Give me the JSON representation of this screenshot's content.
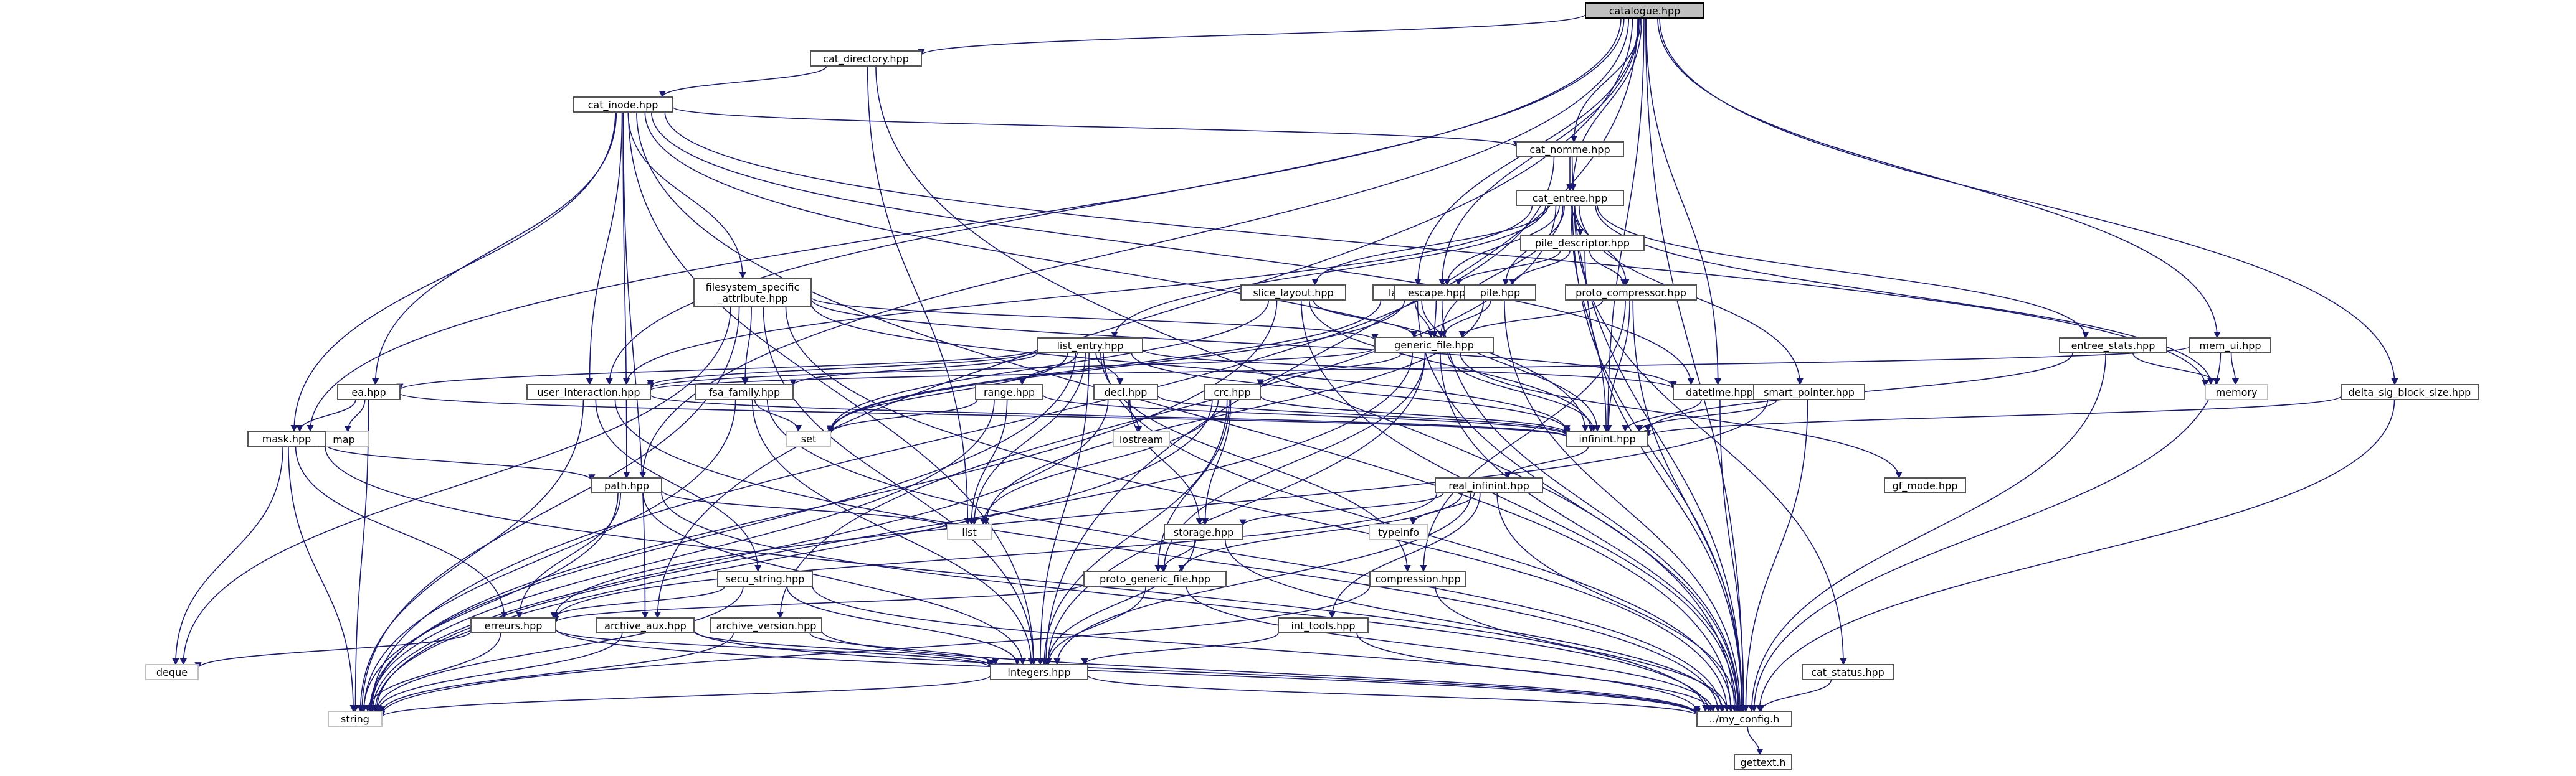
{
  "diagram": {
    "root": "catalogue.hpp",
    "colors": {
      "edge": "#191970",
      "node_border": "#555555",
      "std_border": "#c0c0c0",
      "root_fill": "#bfbfbf"
    },
    "nodes": [
      {
        "id": "catalogue",
        "label": "catalogue.hpp",
        "kind": "root"
      },
      {
        "id": "cat_directory",
        "label": "cat_directory.hpp"
      },
      {
        "id": "cat_inode",
        "label": "cat_inode.hpp"
      },
      {
        "id": "cat_nomme",
        "label": "cat_nomme.hpp"
      },
      {
        "id": "cat_entree",
        "label": "cat_entree.hpp"
      },
      {
        "id": "pile_descriptor",
        "label": "pile_descriptor.hpp"
      },
      {
        "id": "fsa_spec",
        "label": "filesystem_specific\n_attribute.hpp"
      },
      {
        "id": "slice_layout",
        "label": "slice_layout.hpp"
      },
      {
        "id": "label",
        "label": "label.hpp"
      },
      {
        "id": "escape",
        "label": "escape.hpp"
      },
      {
        "id": "pile",
        "label": "pile.hpp"
      },
      {
        "id": "proto_compressor",
        "label": "proto_compressor.hpp"
      },
      {
        "id": "entree_stats",
        "label": "entree_stats.hpp"
      },
      {
        "id": "mem_ui",
        "label": "mem_ui.hpp"
      },
      {
        "id": "memory",
        "label": "memory",
        "kind": "std"
      },
      {
        "id": "generic_file",
        "label": "generic_file.hpp"
      },
      {
        "id": "list_entry",
        "label": "list_entry.hpp"
      },
      {
        "id": "ea",
        "label": "ea.hpp"
      },
      {
        "id": "map",
        "label": "map",
        "kind": "std"
      },
      {
        "id": "user_interaction",
        "label": "user_interaction.hpp"
      },
      {
        "id": "fsa_family",
        "label": "fsa_family.hpp"
      },
      {
        "id": "range",
        "label": "range.hpp"
      },
      {
        "id": "deci",
        "label": "deci.hpp"
      },
      {
        "id": "iostream",
        "label": "iostream",
        "kind": "std"
      },
      {
        "id": "crc",
        "label": "crc.hpp"
      },
      {
        "id": "datetime",
        "label": "datetime.hpp"
      },
      {
        "id": "smart_pointer",
        "label": "smart_pointer.hpp"
      },
      {
        "id": "delta_sig",
        "label": "delta_sig_block_size.hpp"
      },
      {
        "id": "set",
        "label": "set",
        "kind": "std"
      },
      {
        "id": "mask",
        "label": "mask.hpp"
      },
      {
        "id": "infinint",
        "label": "infinint.hpp"
      },
      {
        "id": "path",
        "label": "path.hpp"
      },
      {
        "id": "list",
        "label": "list",
        "kind": "std"
      },
      {
        "id": "real_infinint",
        "label": "real_infinint.hpp"
      },
      {
        "id": "typeinfo",
        "label": "typeinfo",
        "kind": "std"
      },
      {
        "id": "gf_mode",
        "label": "gf_mode.hpp"
      },
      {
        "id": "storage",
        "label": "storage.hpp"
      },
      {
        "id": "secu_string",
        "label": "secu_string.hpp"
      },
      {
        "id": "proto_generic_file",
        "label": "proto_generic_file.hpp"
      },
      {
        "id": "compression",
        "label": "compression.hpp"
      },
      {
        "id": "erreurs",
        "label": "erreurs.hpp"
      },
      {
        "id": "archive_aux",
        "label": "archive_aux.hpp"
      },
      {
        "id": "archive_version",
        "label": "archive_version.hpp"
      },
      {
        "id": "int_tools",
        "label": "int_tools.hpp"
      },
      {
        "id": "deque",
        "label": "deque",
        "kind": "std"
      },
      {
        "id": "integers",
        "label": "integers.hpp"
      },
      {
        "id": "cat_status",
        "label": "cat_status.hpp"
      },
      {
        "id": "string",
        "label": "string",
        "kind": "std"
      },
      {
        "id": "my_config",
        "label": "../my_config.h"
      },
      {
        "id": "gettext",
        "label": "gettext.h"
      }
    ],
    "edges": [
      [
        "catalogue",
        "cat_directory"
      ],
      [
        "catalogue",
        "cat_nomme"
      ],
      [
        "catalogue",
        "cat_entree"
      ],
      [
        "catalogue",
        "escape"
      ],
      [
        "catalogue",
        "label"
      ],
      [
        "catalogue",
        "mem_ui"
      ],
      [
        "catalogue",
        "delta_sig"
      ],
      [
        "catalogue",
        "my_config"
      ],
      [
        "catalogue",
        "mask"
      ],
      [
        "catalogue",
        "user_interaction"
      ],
      [
        "catalogue",
        "path"
      ],
      [
        "catalogue",
        "archive_aux"
      ],
      [
        "catalogue",
        "datetime"
      ],
      [
        "catalogue",
        "infinint"
      ],
      [
        "catalogue",
        "integers"
      ],
      [
        "cat_directory",
        "cat_inode"
      ],
      [
        "cat_directory",
        "my_config"
      ],
      [
        "cat_directory",
        "list"
      ],
      [
        "cat_inode",
        "cat_nomme"
      ],
      [
        "cat_inode",
        "fsa_spec"
      ],
      [
        "cat_inode",
        "ea"
      ],
      [
        "cat_inode",
        "mask"
      ],
      [
        "cat_inode",
        "user_interaction"
      ],
      [
        "cat_inode",
        "my_config"
      ],
      [
        "cat_inode",
        "infinint"
      ],
      [
        "cat_inode",
        "datetime"
      ],
      [
        "cat_inode",
        "integers"
      ],
      [
        "cat_inode",
        "archive_aux"
      ],
      [
        "cat_inode",
        "path"
      ],
      [
        "cat_inode",
        "memory"
      ],
      [
        "cat_nomme",
        "cat_entree"
      ],
      [
        "cat_nomme",
        "string"
      ],
      [
        "cat_nomme",
        "my_config"
      ],
      [
        "cat_entree",
        "pile_descriptor"
      ],
      [
        "cat_entree",
        "slice_layout"
      ],
      [
        "cat_entree",
        "escape"
      ],
      [
        "cat_entree",
        "pile"
      ],
      [
        "cat_entree",
        "proto_compressor"
      ],
      [
        "cat_entree",
        "entree_stats"
      ],
      [
        "cat_entree",
        "list_entry"
      ],
      [
        "cat_entree",
        "user_interaction"
      ],
      [
        "cat_entree",
        "smart_pointer"
      ],
      [
        "cat_entree",
        "infinint"
      ],
      [
        "cat_entree",
        "my_config"
      ],
      [
        "cat_entree",
        "memory"
      ],
      [
        "cat_entree",
        "cat_status"
      ],
      [
        "cat_entree",
        "archive_version"
      ],
      [
        "cat_entree",
        "generic_file"
      ],
      [
        "pile_descriptor",
        "pile"
      ],
      [
        "pile_descriptor",
        "escape"
      ],
      [
        "pile_descriptor",
        "proto_compressor"
      ],
      [
        "pile_descriptor",
        "my_config"
      ],
      [
        "fsa_spec",
        "fsa_family"
      ],
      [
        "fsa_spec",
        "generic_file"
      ],
      [
        "fsa_spec",
        "infinint"
      ],
      [
        "fsa_spec",
        "string"
      ],
      [
        "fsa_spec",
        "deque"
      ],
      [
        "fsa_spec",
        "datetime"
      ],
      [
        "fsa_spec",
        "my_config"
      ],
      [
        "fsa_spec",
        "integers"
      ],
      [
        "slice_layout",
        "generic_file"
      ],
      [
        "slice_layout",
        "infinint"
      ],
      [
        "slice_layout",
        "set"
      ],
      [
        "slice_layout",
        "my_config"
      ],
      [
        "slice_layout",
        "string"
      ],
      [
        "label",
        "generic_file"
      ],
      [
        "label",
        "infinint"
      ],
      [
        "label",
        "set"
      ],
      [
        "label",
        "my_config"
      ],
      [
        "escape",
        "generic_file"
      ],
      [
        "escape",
        "set"
      ],
      [
        "escape",
        "my_config"
      ],
      [
        "pile",
        "generic_file"
      ],
      [
        "pile",
        "list"
      ],
      [
        "pile",
        "my_config"
      ],
      [
        "proto_compressor",
        "generic_file"
      ],
      [
        "proto_compressor",
        "infinint"
      ],
      [
        "proto_compressor",
        "compression"
      ],
      [
        "proto_compressor",
        "my_config"
      ],
      [
        "entree_stats",
        "infinint"
      ],
      [
        "entree_stats",
        "memory"
      ],
      [
        "entree_stats",
        "my_config"
      ],
      [
        "mem_ui",
        "user_interaction"
      ],
      [
        "mem_ui",
        "memory"
      ],
      [
        "mem_ui",
        "my_config"
      ],
      [
        "delta_sig",
        "infinint"
      ],
      [
        "delta_sig",
        "my_config"
      ],
      [
        "generic_file",
        "proto_generic_file"
      ],
      [
        "generic_file",
        "infinint"
      ],
      [
        "generic_file",
        "crc"
      ],
      [
        "generic_file",
        "user_interaction"
      ],
      [
        "generic_file",
        "gf_mode"
      ],
      [
        "generic_file",
        "integers"
      ],
      [
        "generic_file",
        "my_config"
      ],
      [
        "generic_file",
        "string"
      ],
      [
        "list_entry",
        "ea"
      ],
      [
        "list_entry",
        "user_interaction"
      ],
      [
        "list_entry",
        "fsa_family"
      ],
      [
        "list_entry",
        "range"
      ],
      [
        "list_entry",
        "deci"
      ],
      [
        "list_entry",
        "infinint"
      ],
      [
        "list_entry",
        "datetime"
      ],
      [
        "list_entry",
        "set"
      ],
      [
        "list_entry",
        "list"
      ],
      [
        "list_entry",
        "integers"
      ],
      [
        "list_entry",
        "my_config"
      ],
      [
        "list_entry",
        "string"
      ],
      [
        "list_entry",
        "compression"
      ],
      [
        "ea",
        "map"
      ],
      [
        "ea",
        "mask"
      ],
      [
        "ea",
        "infinint"
      ],
      [
        "ea",
        "string"
      ],
      [
        "user_interaction",
        "infinint"
      ],
      [
        "user_interaction",
        "secu_string"
      ],
      [
        "user_interaction",
        "string"
      ],
      [
        "user_interaction",
        "my_config"
      ],
      [
        "fsa_family",
        "set"
      ],
      [
        "fsa_family",
        "string"
      ],
      [
        "fsa_family",
        "integers"
      ],
      [
        "fsa_family",
        "my_config"
      ],
      [
        "range",
        "infinint"
      ],
      [
        "range",
        "set"
      ],
      [
        "range",
        "list"
      ],
      [
        "range",
        "string"
      ],
      [
        "deci",
        "storage"
      ],
      [
        "deci",
        "iostream"
      ],
      [
        "deci",
        "infinint"
      ],
      [
        "deci",
        "string"
      ],
      [
        "crc",
        "storage"
      ],
      [
        "crc",
        "proto_generic_file"
      ],
      [
        "crc",
        "infinint"
      ],
      [
        "crc",
        "list"
      ],
      [
        "crc",
        "integers"
      ],
      [
        "crc",
        "string"
      ],
      [
        "datetime",
        "infinint"
      ],
      [
        "datetime",
        "my_config"
      ],
      [
        "smart_pointer",
        "infinint"
      ],
      [
        "smart_pointer",
        "erreurs"
      ],
      [
        "smart_pointer",
        "my_config"
      ],
      [
        "mask",
        "path"
      ],
      [
        "mask",
        "erreurs"
      ],
      [
        "mask",
        "deque"
      ],
      [
        "mask",
        "string"
      ],
      [
        "mask",
        "my_config"
      ],
      [
        "infinint",
        "real_infinint"
      ],
      [
        "path",
        "list"
      ],
      [
        "path",
        "erreurs"
      ],
      [
        "path",
        "string"
      ],
      [
        "path",
        "integers"
      ],
      [
        "path",
        "my_config"
      ],
      [
        "real_infinint",
        "storage"
      ],
      [
        "real_infinint",
        "typeinfo"
      ],
      [
        "real_infinint",
        "int_tools"
      ],
      [
        "real_infinint",
        "proto_generic_file"
      ],
      [
        "real_infinint",
        "integers"
      ],
      [
        "real_infinint",
        "my_config"
      ],
      [
        "real_infinint",
        "erreurs"
      ],
      [
        "storage",
        "proto_generic_file"
      ],
      [
        "storage",
        "integers"
      ],
      [
        "storage",
        "my_config"
      ],
      [
        "secu_string",
        "erreurs"
      ],
      [
        "secu_string",
        "integers"
      ],
      [
        "secu_string",
        "string"
      ],
      [
        "secu_string",
        "my_config"
      ],
      [
        "proto_generic_file",
        "erreurs"
      ],
      [
        "proto_generic_file",
        "integers"
      ],
      [
        "proto_generic_file",
        "my_config"
      ],
      [
        "compression",
        "string"
      ],
      [
        "compression",
        "my_config"
      ],
      [
        "erreurs",
        "deque"
      ],
      [
        "erreurs",
        "string"
      ],
      [
        "erreurs",
        "integers"
      ],
      [
        "erreurs",
        "my_config"
      ],
      [
        "archive_aux",
        "string"
      ],
      [
        "archive_aux",
        "integers"
      ],
      [
        "archive_aux",
        "my_config"
      ],
      [
        "archive_version",
        "integers"
      ],
      [
        "archive_version",
        "string"
      ],
      [
        "archive_version",
        "my_config"
      ],
      [
        "int_tools",
        "integers"
      ],
      [
        "int_tools",
        "my_config"
      ],
      [
        "integers",
        "my_config"
      ],
      [
        "integers",
        "string"
      ],
      [
        "cat_status",
        "my_config"
      ],
      [
        "my_config",
        "gettext"
      ]
    ]
  }
}
